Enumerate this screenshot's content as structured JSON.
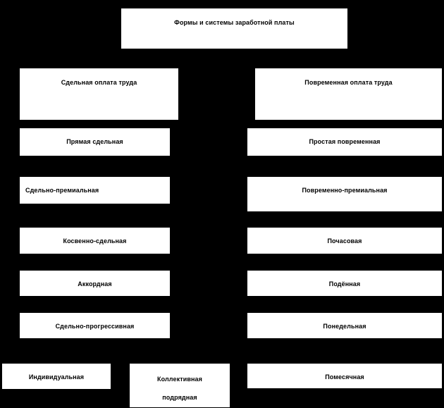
{
  "diagram": {
    "title_box": {
      "label": "Формы и системы заработной платы"
    },
    "columns": [
      {
        "header": {
          "label": "Сдельная оплата труда"
        },
        "items": [
          {
            "label": "Прямая сдельная"
          },
          {
            "label": "Сдельно-премиальная"
          },
          {
            "label": "Косвенно-сдельная"
          },
          {
            "label": "Аккордная"
          },
          {
            "label": "Сдельно-прогрессивная"
          }
        ],
        "subitems": [
          {
            "label": "Индивидуальная"
          },
          {
            "label": "Коллективная\nподрядная"
          }
        ]
      },
      {
        "header": {
          "label": "Повременная   оплата труда"
        },
        "items": [
          {
            "label": "Простая повременная"
          },
          {
            "label": "Повременно-премиальная"
          },
          {
            "label": "Почасовая"
          },
          {
            "label": "Подённая"
          },
          {
            "label": "Понедельная"
          },
          {
            "label": "Помесячная"
          }
        ]
      }
    ],
    "colors": {
      "background": "#000000",
      "box_fill": "#ffffff",
      "box_border": "#000000",
      "text": "#000000"
    }
  }
}
